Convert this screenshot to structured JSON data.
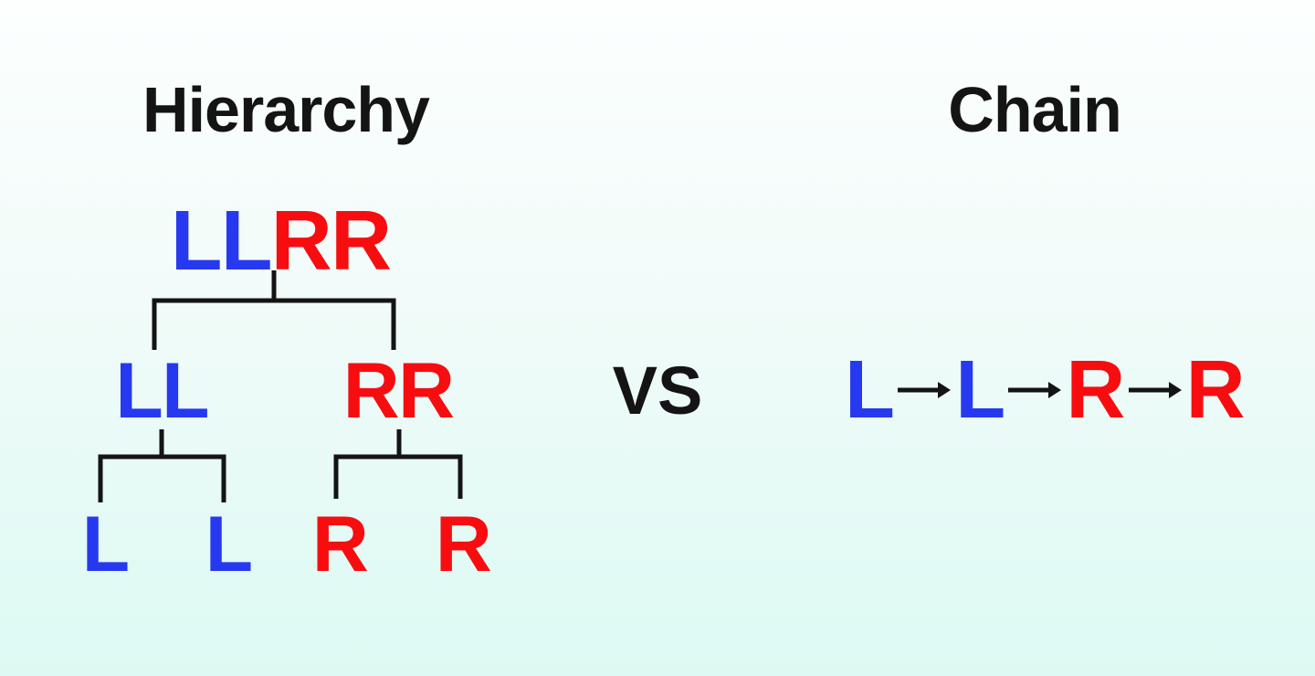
{
  "titles": {
    "hierarchy": "Hierarchy",
    "chain": "Chain"
  },
  "vs": "VS",
  "tree": {
    "root": [
      {
        "text": "LL",
        "color": "letter-l"
      },
      {
        "text": "RR",
        "color": "letter-r"
      }
    ],
    "level2": [
      {
        "text": "LL",
        "color": "letter-l"
      },
      {
        "text": "RR",
        "color": "letter-r"
      }
    ],
    "leaves": [
      {
        "text": "L",
        "color": "letter-l"
      },
      {
        "text": "L",
        "color": "letter-l"
      },
      {
        "text": "R",
        "color": "letter-r"
      },
      {
        "text": "R",
        "color": "letter-r"
      }
    ]
  },
  "chain": {
    "items": [
      {
        "text": "L",
        "color": "letter-l"
      },
      {
        "text": "L",
        "color": "letter-l"
      },
      {
        "text": "R",
        "color": "letter-r"
      },
      {
        "text": "R",
        "color": "letter-r"
      }
    ],
    "arrow_icon": "→"
  },
  "colors": {
    "letter-l": "#2639f0",
    "letter-r": "#f70d10",
    "line": "#141414",
    "title": "#141414",
    "bg-top": "#fcfffe",
    "bg-bottom": "#dcfaf3"
  }
}
